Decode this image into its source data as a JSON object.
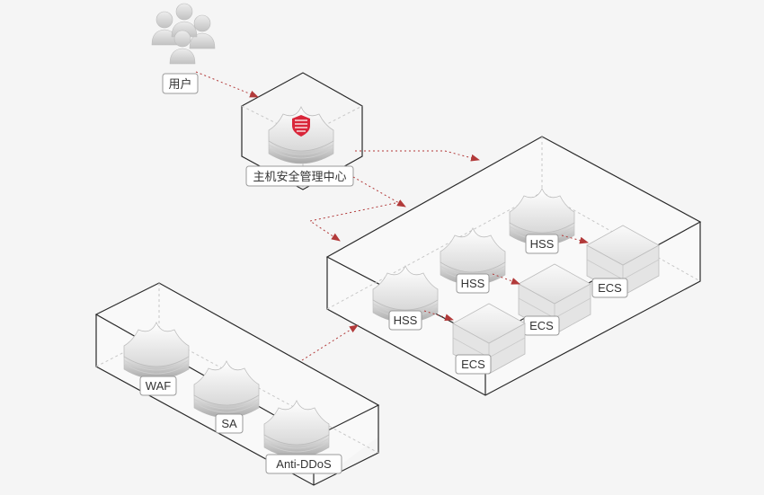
{
  "colors": {
    "flow": "#b23a3a",
    "background": "#f5f5f5",
    "shield_accent": "#d9263a"
  },
  "labels": {
    "user": "用户",
    "hss_center": "主机安全管理中心",
    "waf": "WAF",
    "sa": "SA",
    "anti_ddos": "Anti-DDoS",
    "hss": "HSS",
    "ecs": "ECS"
  },
  "icons": {
    "user": "users-group-icon",
    "shield": "shield-device-icon",
    "server": "server-box-icon",
    "firewall": "firewall-icon"
  }
}
